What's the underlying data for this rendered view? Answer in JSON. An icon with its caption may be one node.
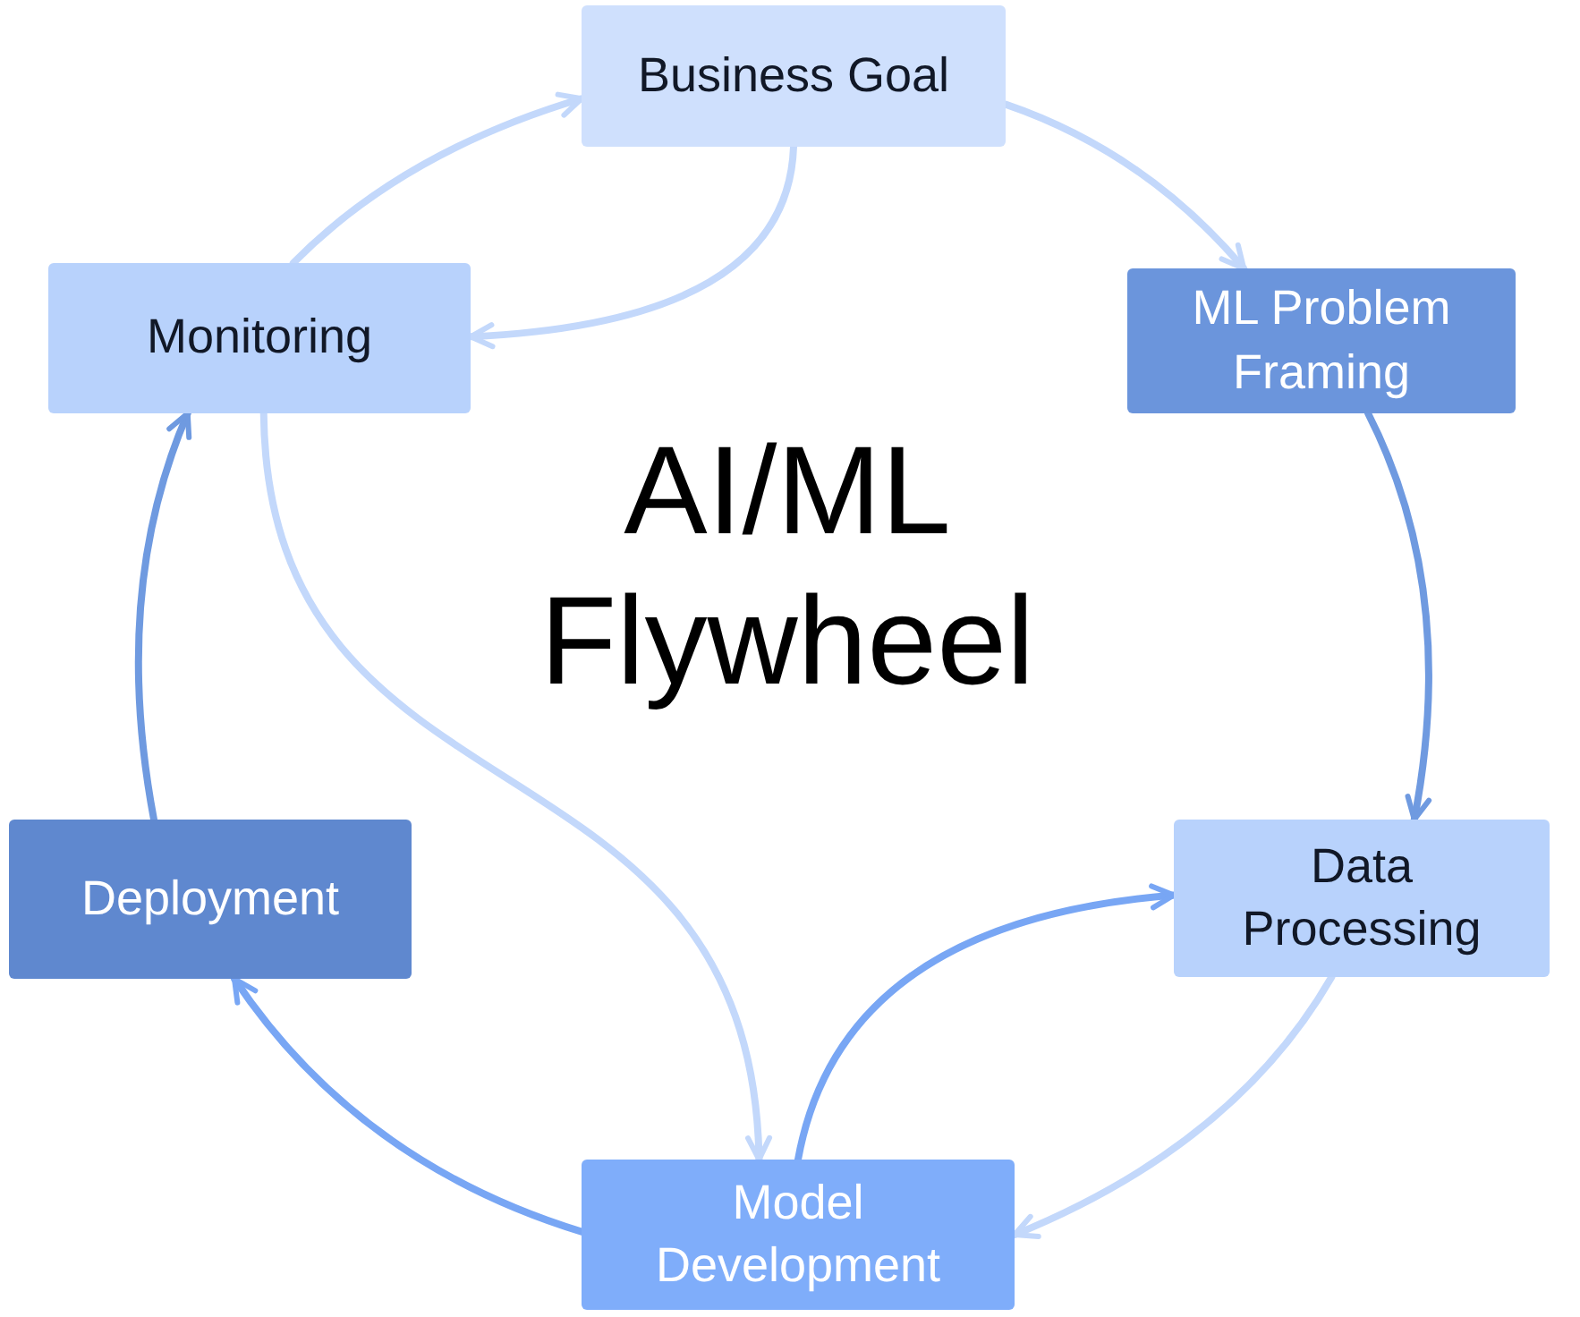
{
  "diagram": {
    "title": "AI/ML Flywheel",
    "nodes": [
      {
        "text": [
          "Business Goal"
        ]
      },
      {
        "text": [
          "ML Problem Framing"
        ]
      },
      {
        "text": [
          "Data Processing"
        ]
      },
      {
        "text": [
          "Model Development"
        ]
      },
      {
        "text": [
          "Deployment"
        ]
      },
      {
        "text": [
          "Monitoring"
        ]
      }
    ],
    "edges": [
      {
        "from": 0,
        "to": 1,
        "arrow": "to"
      },
      {
        "from": 1,
        "to": 2,
        "arrow": "to",
        "color": "#6f9ae0"
      },
      {
        "from": 2,
        "to": 3,
        "arrow": "to"
      },
      {
        "from": 3,
        "to": 2,
        "arrow": "to",
        "color": "#78a6f4"
      },
      {
        "from": 3,
        "to": 4,
        "arrow": "to",
        "color": "#78a6f4"
      },
      {
        "from": 4,
        "to": 5,
        "arrow": "to",
        "color": "#6f9ae0"
      },
      {
        "from": 5,
        "to": 0,
        "arrow": "to"
      },
      {
        "from": 0,
        "to": 5,
        "arrow": "to"
      },
      {
        "from": 5,
        "to": 3,
        "arrow": "to"
      }
    ]
  }
}
